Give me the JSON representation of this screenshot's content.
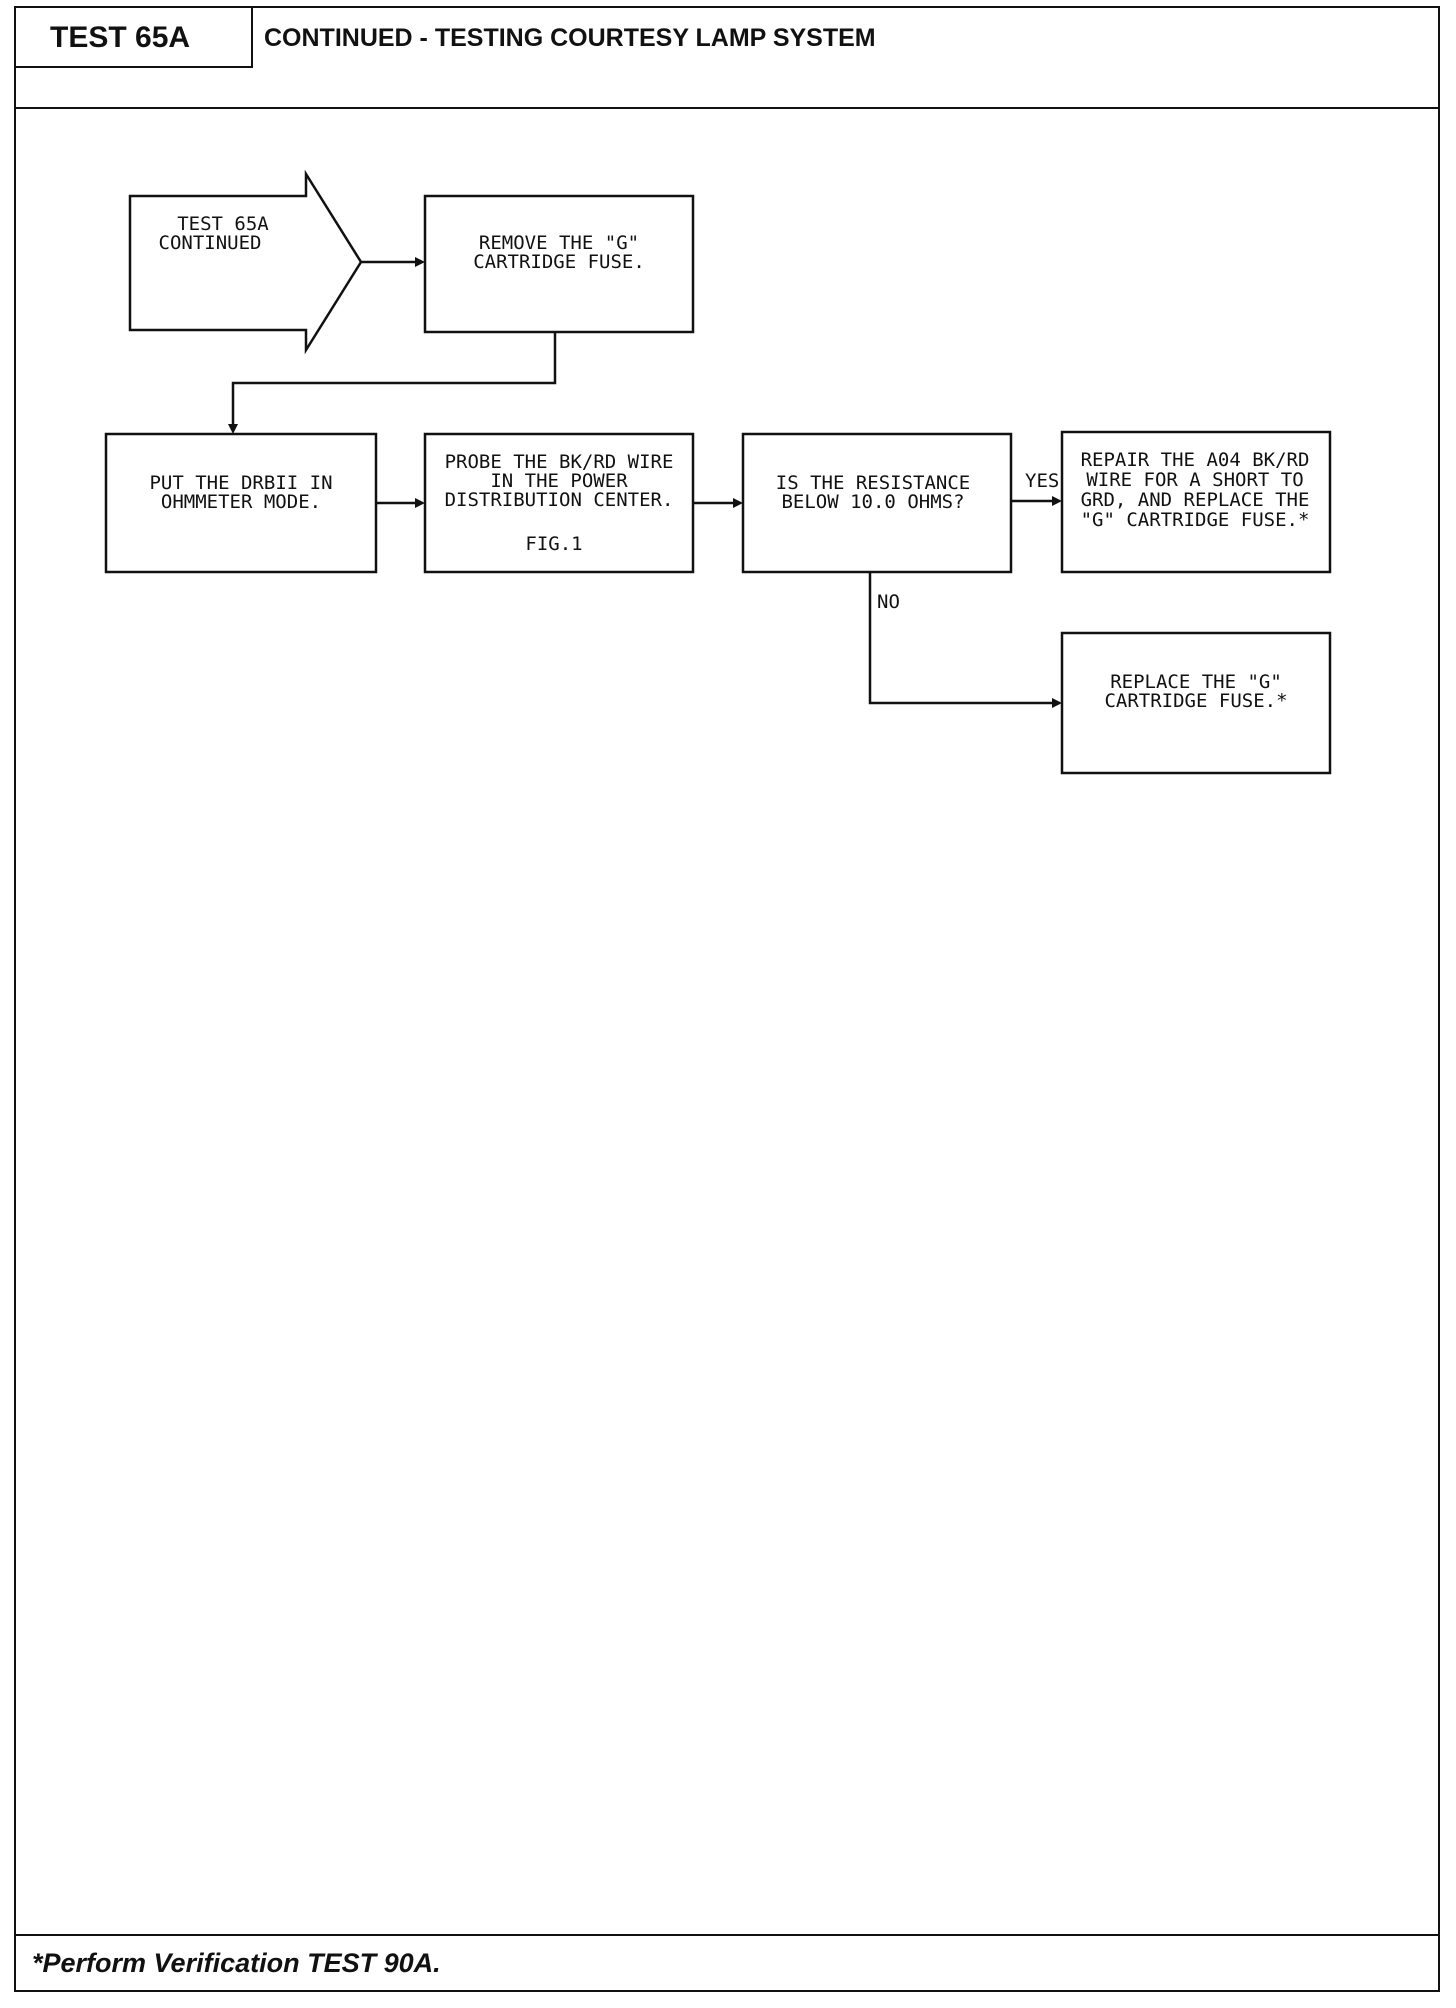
{
  "header": {
    "test_id": "TEST 65A",
    "title": "CONTINUED - TESTING COURTESY LAMP SYSTEM"
  },
  "footer": {
    "note": "*Perform Verification TEST 90A."
  },
  "flowchart": {
    "start": {
      "lines": [
        "TEST 65A",
        "CONTINUED"
      ]
    },
    "remove_fuse": {
      "lines": [
        "REMOVE THE \"G\"",
        "CARTRIDGE FUSE."
      ]
    },
    "ohmmeter_mode": {
      "lines": [
        "PUT THE DRBII IN",
        "OHMMETER MODE."
      ]
    },
    "probe_wire": {
      "lines": [
        "PROBE THE BK/RD WIRE",
        "IN THE POWER",
        "DISTRIBUTION CENTER."
      ],
      "fig": "FIG.1"
    },
    "resistance_check": {
      "lines": [
        "IS THE RESISTANCE",
        "BELOW 10.0 OHMS?"
      ]
    },
    "repair_wire": {
      "lines": [
        "REPAIR THE A04 BK/RD",
        "WIRE FOR A SHORT TO",
        "GRD, AND REPLACE THE",
        "\"G\" CARTRIDGE FUSE.*"
      ]
    },
    "replace_fuse": {
      "lines": [
        "REPLACE THE \"G\"",
        "CARTRIDGE FUSE.*"
      ]
    },
    "yes_label": "YES",
    "no_label": "NO"
  }
}
